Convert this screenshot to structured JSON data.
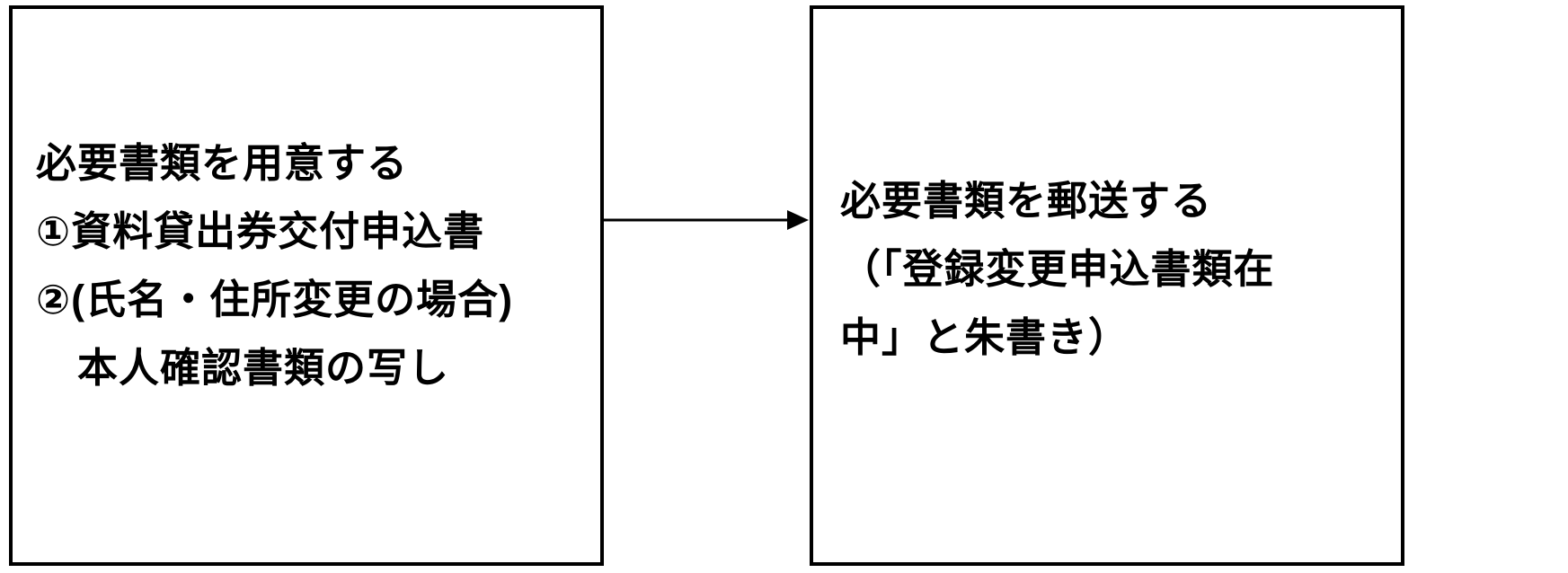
{
  "diagram": {
    "left_box": {
      "lines": {
        "0": "必要書類を用意する",
        "1": "①資料貸出券交付申込書",
        "2": "②(氏名・住所変更の場合)",
        "3": "　本人確認書類の写し"
      }
    },
    "right_box": {
      "lines": {
        "0": "必要書類を郵送する",
        "1": "（「登録変更申込書類在",
        "2": "中」と朱書き）"
      }
    },
    "arrow": "right-arrow"
  },
  "colors": {
    "border": "#000000",
    "text": "#000000",
    "background": "#ffffff"
  }
}
